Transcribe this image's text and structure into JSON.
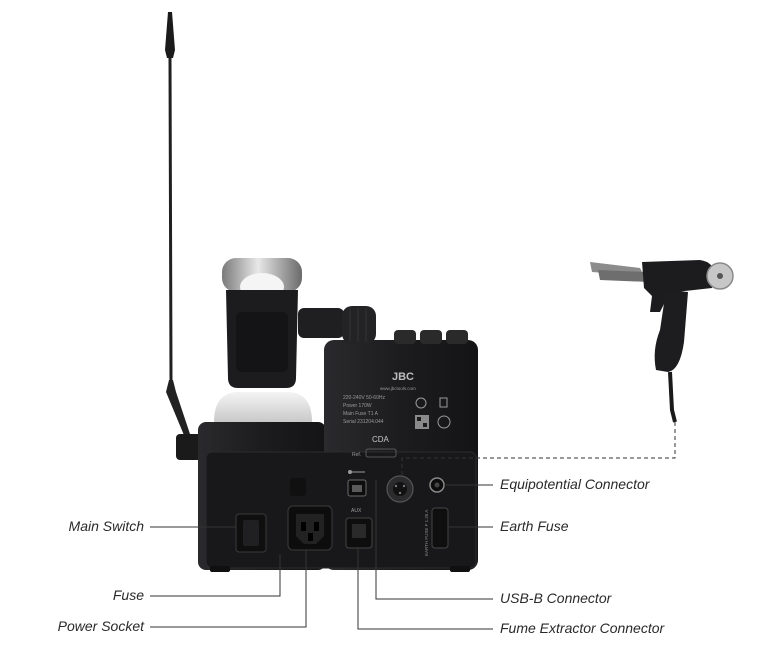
{
  "labels": {
    "main_switch": "Main Switch",
    "fuse": "Fuse",
    "power_socket": "Power Socket",
    "equipotential": "Equipotential Connector",
    "earth_fuse": "Earth Fuse",
    "usb_b": "USB-B Connector",
    "fume_extractor": "Fume Extractor Connector"
  },
  "device": {
    "brand": "JBC",
    "website": "www.jbctools.com",
    "rating_lines": [
      "220-240V 50-60Hz",
      "Power 170W",
      "Main Fuse T1 A",
      "Serial 231204.044"
    ],
    "model": "CDA",
    "ref_label": "Ref.",
    "aux_label": "AUX",
    "earth_fuse_text": "EARTH FUSE F 1.25 A"
  },
  "colors": {
    "body": "#1e1e20",
    "panel": "#161618",
    "leader": "#333333"
  }
}
